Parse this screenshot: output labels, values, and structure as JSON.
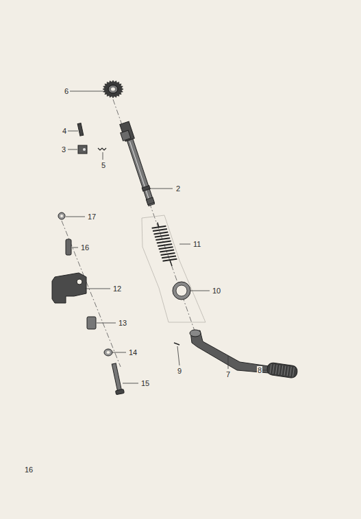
{
  "diagram": {
    "labels": [
      "6",
      "4",
      "3",
      "5",
      "2",
      "17",
      "16",
      "11",
      "12",
      "10",
      "13",
      "14",
      "9",
      "7",
      "8",
      "15",
      "16"
    ]
  }
}
